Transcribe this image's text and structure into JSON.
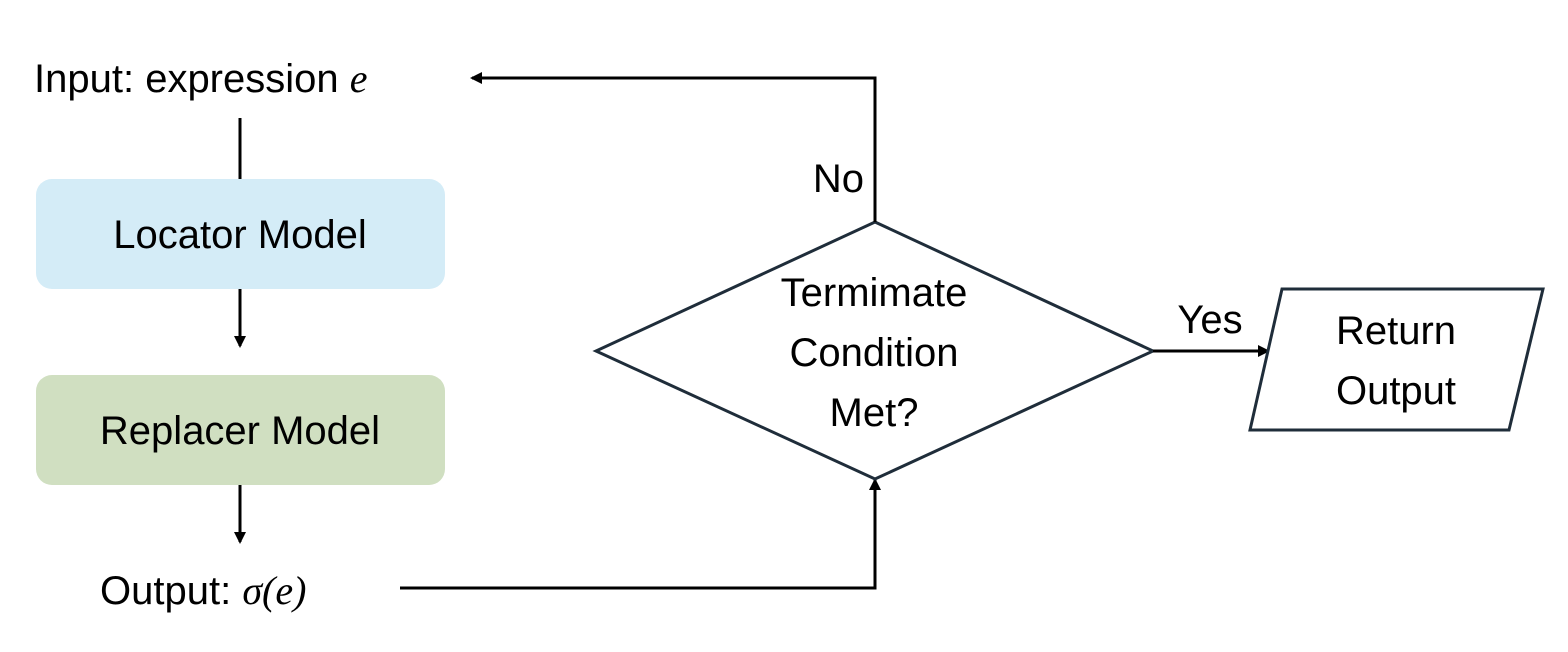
{
  "input": {
    "prefix": "Input: expression ",
    "symbol": "e"
  },
  "locator": {
    "label": "Locator Model",
    "color": "#d4ecf7"
  },
  "replacer": {
    "label": "Replacer Model",
    "color": "#d0dfc1"
  },
  "output": {
    "prefix": "Output: ",
    "symbol": "σ(e)"
  },
  "decision": {
    "line1": "Termimate",
    "line2": "Condition",
    "line3": "Met?"
  },
  "branch_no": "No",
  "branch_yes": "Yes",
  "return_box": {
    "line1": "Return",
    "line2": "Output"
  }
}
